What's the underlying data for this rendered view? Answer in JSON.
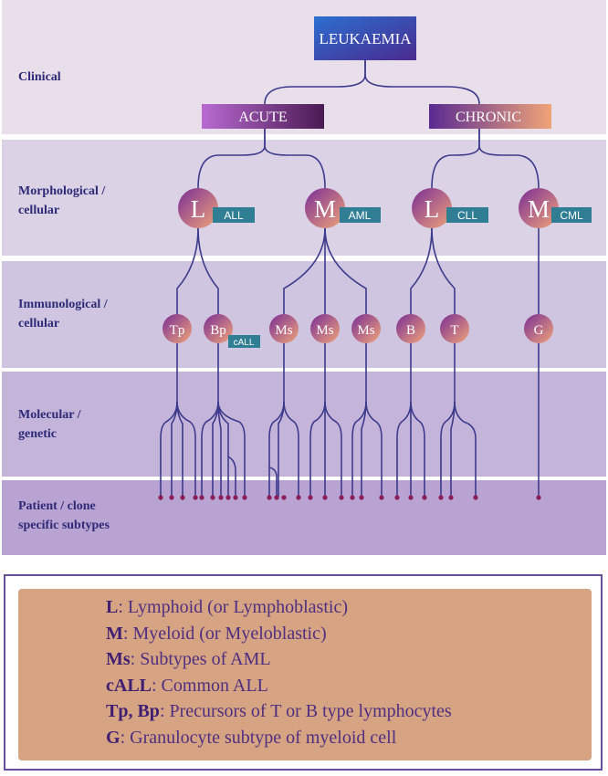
{
  "colors": {
    "band_clinical": "#e9dfeb",
    "band_morph": "#dcd2e6",
    "band_immuno": "#d0c5e0",
    "band_molecular": "#c4b4da",
    "band_patient": "#b9a3d2",
    "line": "#3c3a8c",
    "node_grad_from": "#7b2e96",
    "node_grad_to": "#f0a478",
    "tag": "#2f7e93",
    "legend_bg": "#d6a383",
    "legend_text": "#4e2f80"
  },
  "levels": {
    "clinical": "Clinical",
    "morph": [
      "Morphological /",
      "cellular"
    ],
    "immuno": [
      "Immunological /",
      "cellular"
    ],
    "molecular": [
      "Molecular /",
      "genetic"
    ],
    "patient": [
      "Patient / clone",
      "specific subtypes"
    ]
  },
  "root": {
    "label": "LEUKAEMIA"
  },
  "types": {
    "acute": "ACUTE",
    "chronic": "CHRONIC"
  },
  "morph_nodes": [
    {
      "letter": "L",
      "tag": "ALL"
    },
    {
      "letter": "M",
      "tag": "AML"
    },
    {
      "letter": "L",
      "tag": "CLL"
    },
    {
      "letter": "M",
      "tag": "CML"
    }
  ],
  "immuno_nodes": [
    {
      "label": "Tp"
    },
    {
      "label": "Bp",
      "tag": "cALL"
    },
    {
      "label": "Ms"
    },
    {
      "label": "Ms"
    },
    {
      "label": "Ms"
    },
    {
      "label": "B"
    },
    {
      "label": "T"
    },
    {
      "label": "G"
    }
  ],
  "legend": [
    {
      "term": "L",
      "text": ": Lymphoid (or Lymphoblastic)"
    },
    {
      "term": "M",
      "text": ": Myeloid (or Myeloblastic)"
    },
    {
      "term": "Ms",
      "text": ": Subtypes of AML"
    },
    {
      "term": "cALL",
      "text": ": Common ALL"
    },
    {
      "term": "Tp, Bp",
      "text": ": Precursors of T or B type lymphocytes"
    },
    {
      "term": "G",
      "text": ": Granulocyte subtype of myeloid cell"
    }
  ]
}
